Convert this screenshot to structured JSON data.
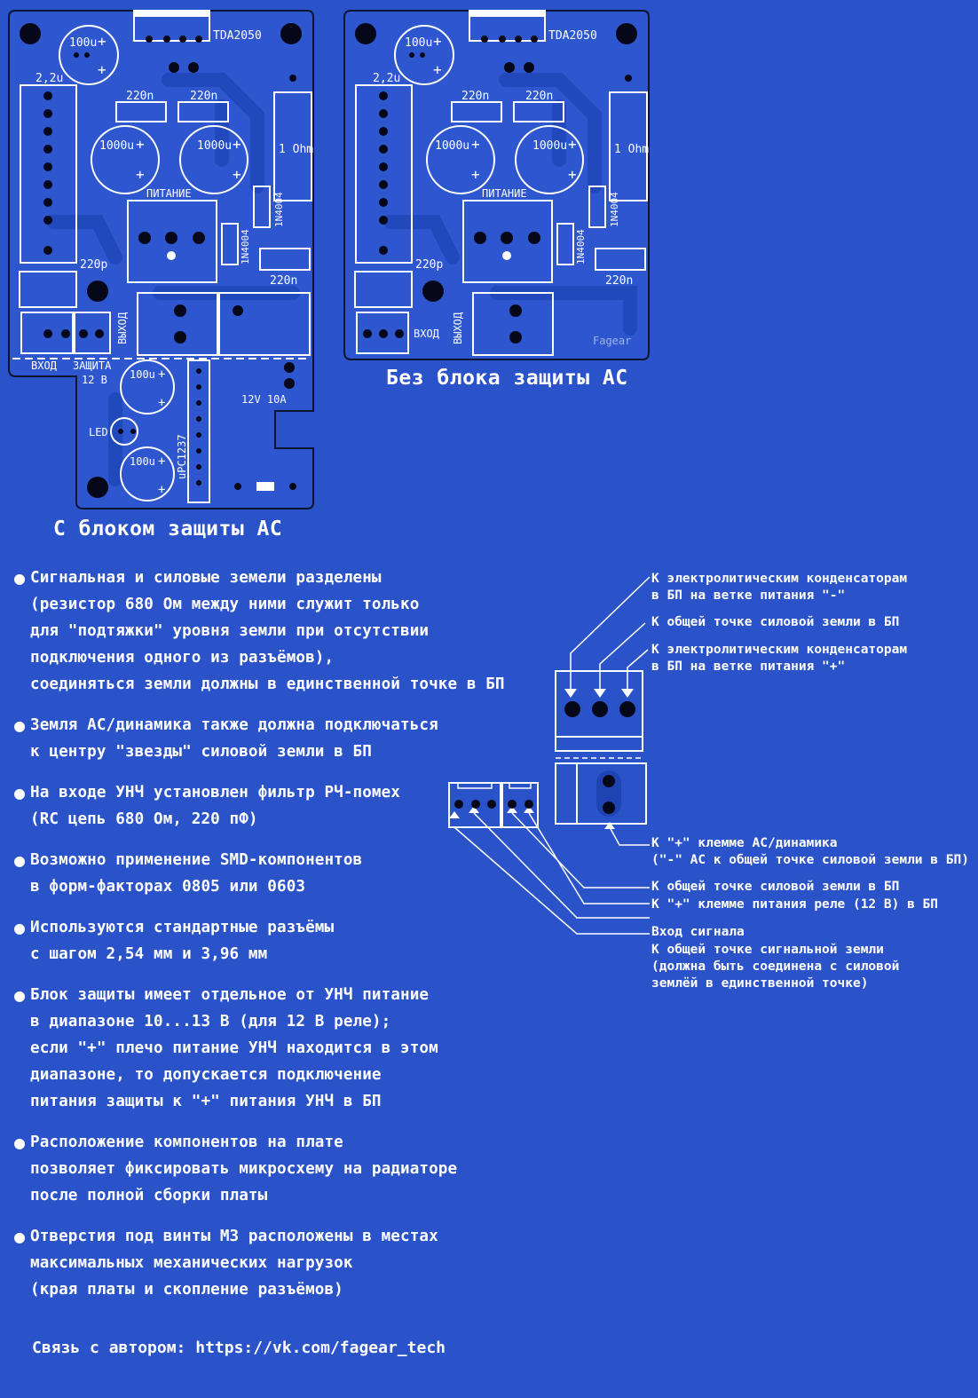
{
  "boards": {
    "with_protection": {
      "caption": "С блоком защиты АС",
      "labels": {
        "ic": "TDA2050",
        "cap_100u_top": "100u",
        "cap_2u2": "2,2u",
        "cap_220n_a": "220n",
        "cap_220n_b": "220n",
        "cap_1000u_a": "1000u",
        "cap_1000u_b": "1000u",
        "resistor": "1 Ohm",
        "power": "ПИТАНИЕ",
        "diode_a": "1N4004",
        "diode_b": "1N4004",
        "cap_220p": "220p",
        "cap_220n_c": "220n",
        "output": "ВЫХОД",
        "input": "ВХОД",
        "protection": "ЗАЩИТА",
        "protection_v": "12 В",
        "cap_100u_p1": "100u",
        "cap_100u_p2": "100u",
        "led": "LED",
        "upc": "uPC1237",
        "relay": "12V 10A"
      }
    },
    "without_protection": {
      "caption": "Без блока защиты АС",
      "labels": {
        "ic": "TDA2050",
        "cap_100u_top": "100u",
        "cap_2u2": "2,2u",
        "cap_220n_a": "220n",
        "cap_220n_b": "220n",
        "cap_1000u_a": "1000u",
        "cap_1000u_b": "1000u",
        "resistor": "1 Ohm",
        "power": "ПИТАНИЕ",
        "diode_a": "1N4004",
        "diode_b": "1N4004",
        "cap_220p": "220p",
        "cap_220n_c": "220n",
        "output": "ВЫХОД",
        "input": "ВХОД",
        "author_mark": "Fagear"
      }
    }
  },
  "notes": [
    [
      "Сигнальная и силовые земели разделены",
      "(резистор 680 Ом между ними служит только",
      "для \"подтяжки\" уровня земли при отсутствии",
      "подключения одного из разъёмов),",
      "соединяться земли должны в единственной точке в БП"
    ],
    [
      "Земля АС/динамика также должна подключаться",
      "к центру \"звезды\" силовой земли в БП"
    ],
    [
      "На входе УНЧ установлен фильтр РЧ-помех",
      "(RC цепь 680 Ом, 220 пФ)"
    ],
    [
      "Возможно применение SMD-компонентов",
      "в форм-факторах 0805 или 0603"
    ],
    [
      "Используются стандартные разъёмы",
      "с шагом 2,54 мм и 3,96 мм"
    ],
    [
      "Блок защиты имеет отдельное от УНЧ питание",
      "в диапазоне 10...13 В (для 12 В реле);",
      "если \"+\" плечо питание УНЧ находится в этом",
      "диапазоне, то допускается подключение",
      "питания защиты к \"+\" питания УНЧ в БП"
    ],
    [
      "Расположение компонентов на плате",
      "позволяет фиксировать микросхему на радиаторе",
      "после полной сборки платы"
    ],
    [
      "Отверстия под винты М3 расположены в местах",
      "максимальных механических нагрузок",
      "(края платы и скопление разъёмов)"
    ]
  ],
  "contact": "Связь с автором: https://vk.com/fagear_tech",
  "connectors": {
    "power_minus": [
      "К электролитическим конденсаторам",
      "в БП на ветке питания \"-\""
    ],
    "power_ground": [
      "К общей точке силовой земли в БП"
    ],
    "power_plus": [
      "К электролитическим конденсаторам",
      "в БП на ветке питания \"+\""
    ],
    "speaker": [
      "К \"+\" клемме АС/динамика",
      "(\"-\" АС к общей точке силовой земли в БП)"
    ],
    "relay_ground": [
      "К общей точке силовой земли в БП"
    ],
    "relay_plus": [
      "К \"+\" клемме питания реле (12 В) в БП"
    ],
    "signal_in": [
      "Вход сигнала"
    ],
    "signal_ground": [
      "К общей точке сигнальной земли",
      "(должна быть соединена с силовой",
      "землёй в единственной точке)"
    ]
  },
  "colors": {
    "background": "#2a52c9",
    "copper": "#1e44b4",
    "silk": "#ffffff",
    "outline": "#0b1430",
    "hole": "#06081a"
  }
}
